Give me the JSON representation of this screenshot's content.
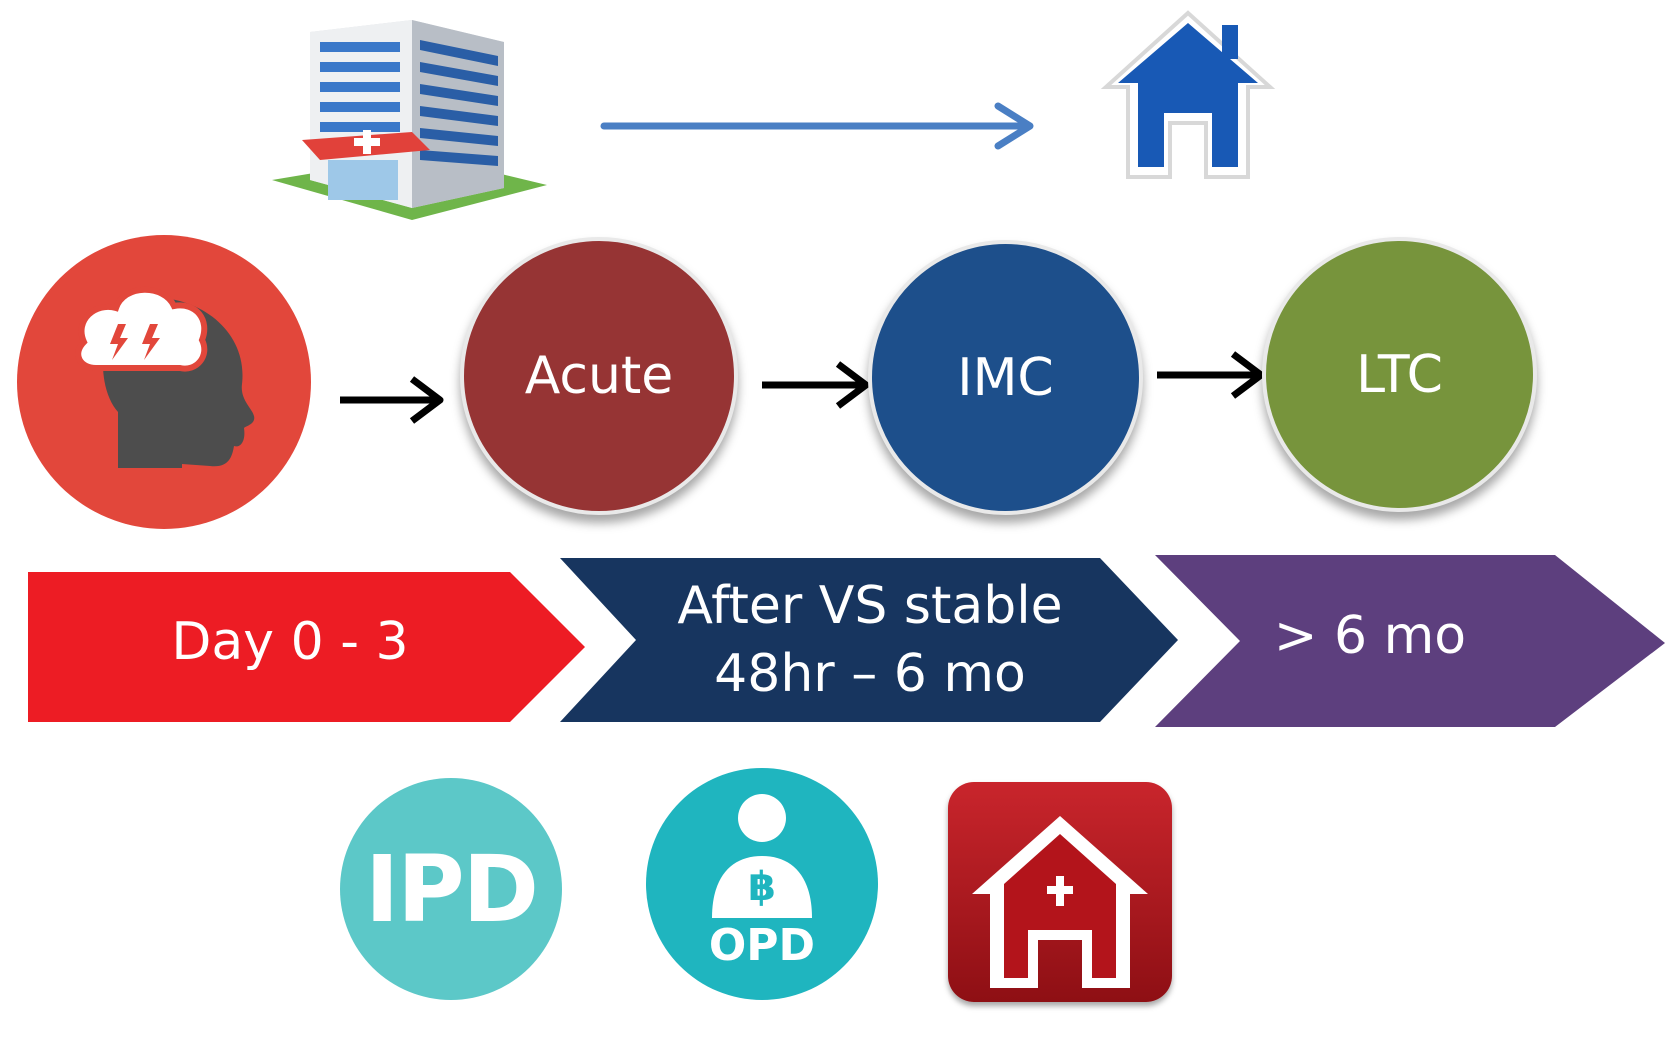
{
  "stages": [
    {
      "label": "Acute",
      "color": "#963434"
    },
    {
      "label": "IMC",
      "color": "#1d4f8b"
    },
    {
      "label": "LTC",
      "color": "#77943c"
    }
  ],
  "timeline": [
    {
      "line1": "Day 0 - 3",
      "line2": "",
      "color": "#ed1c24"
    },
    {
      "line1": "After VS stable",
      "line2": "48hr – 6 mo",
      "color": "#17355f"
    },
    {
      "line1": "> 6 mo",
      "line2": "",
      "color": "#5d3f7e"
    }
  ],
  "care_icons": {
    "ipd_text": "IPD",
    "opd_text": "OPD",
    "opd_symbol": "฿"
  },
  "icons": {
    "top_left": "hospital-building-icon",
    "top_arrow": "arrow-right-icon",
    "top_right": "house-icon",
    "stroke": "head-brain-storm-icon",
    "home_care": "home-care-icon"
  },
  "colors": {
    "stroke_icon_bg": "#e2473b",
    "ipd_bg": "#5cc8c8",
    "opd_bg": "#1fb5bf",
    "home_care_bg": "#b3141b",
    "top_arrow": "#4a7fc4"
  }
}
